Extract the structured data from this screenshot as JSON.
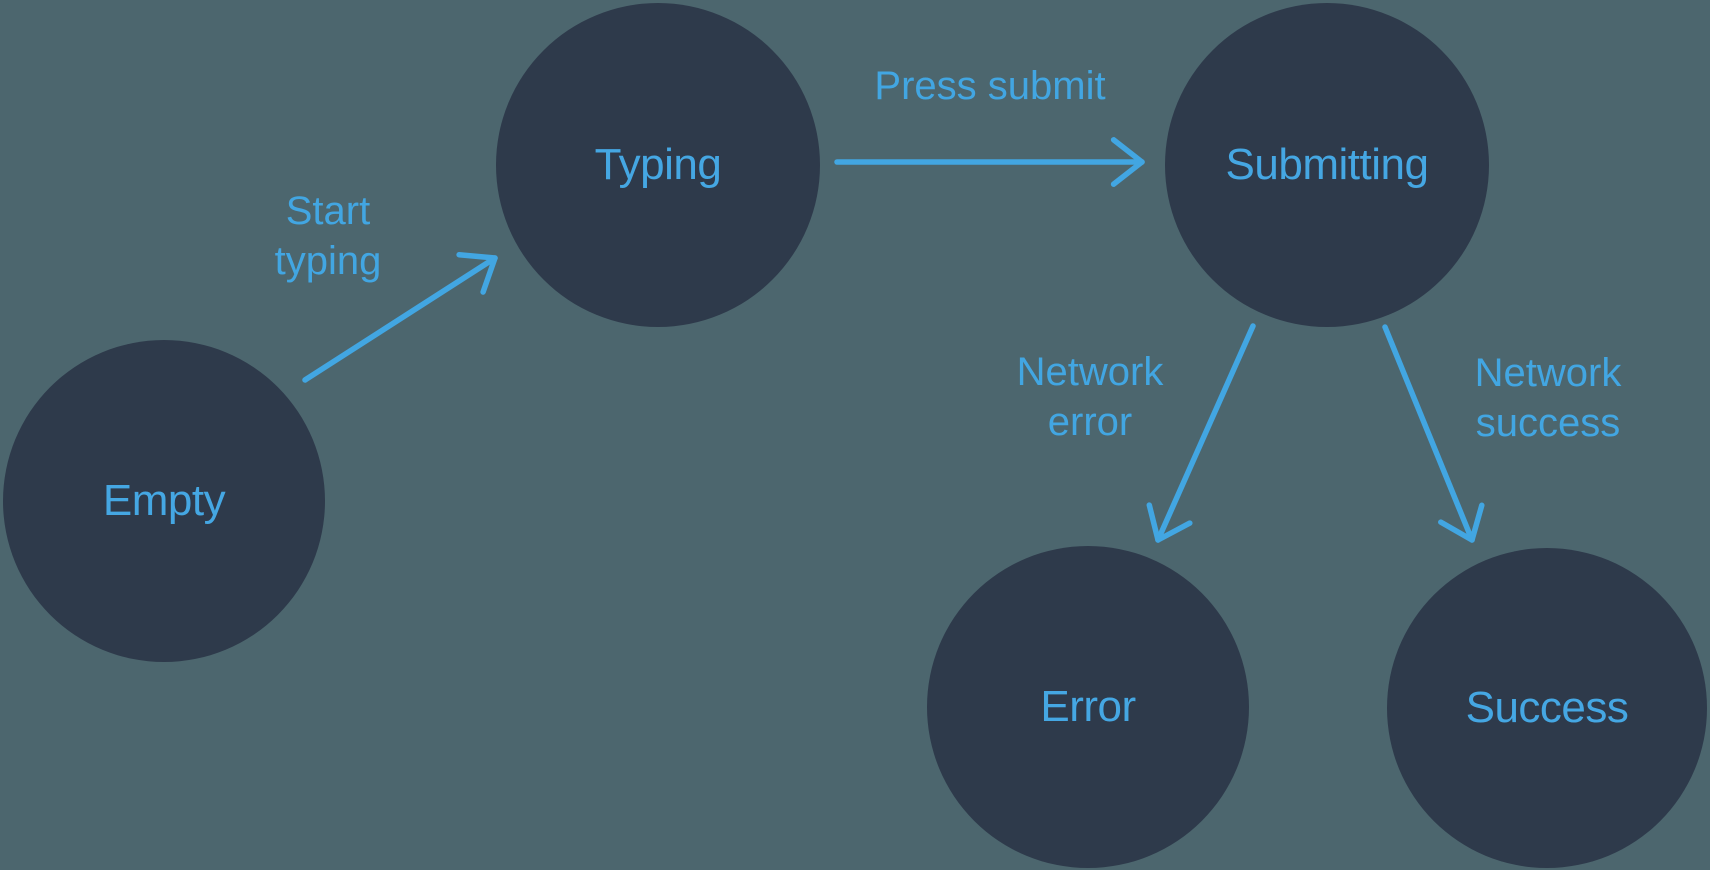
{
  "palette": {
    "background": "#4C666E",
    "node_fill": "#2E3A4B",
    "accent_blue": "#42A6E2"
  },
  "diagram": {
    "type": "state-machine",
    "states": [
      {
        "id": "empty",
        "label": "Empty"
      },
      {
        "id": "typing",
        "label": "Typing"
      },
      {
        "id": "submitting",
        "label": "Submitting"
      },
      {
        "id": "error",
        "label": "Error"
      },
      {
        "id": "success",
        "label": "Success"
      }
    ],
    "transitions": [
      {
        "id": "start-typing",
        "from": "Empty",
        "to": "Typing",
        "label": "Start typing"
      },
      {
        "id": "press-submit",
        "from": "Typing",
        "to": "Submitting",
        "label": "Press submit"
      },
      {
        "id": "network-error",
        "from": "Submitting",
        "to": "Error",
        "label": "Network error"
      },
      {
        "id": "network-success",
        "from": "Submitting",
        "to": "Success",
        "label": "Network success"
      }
    ]
  }
}
